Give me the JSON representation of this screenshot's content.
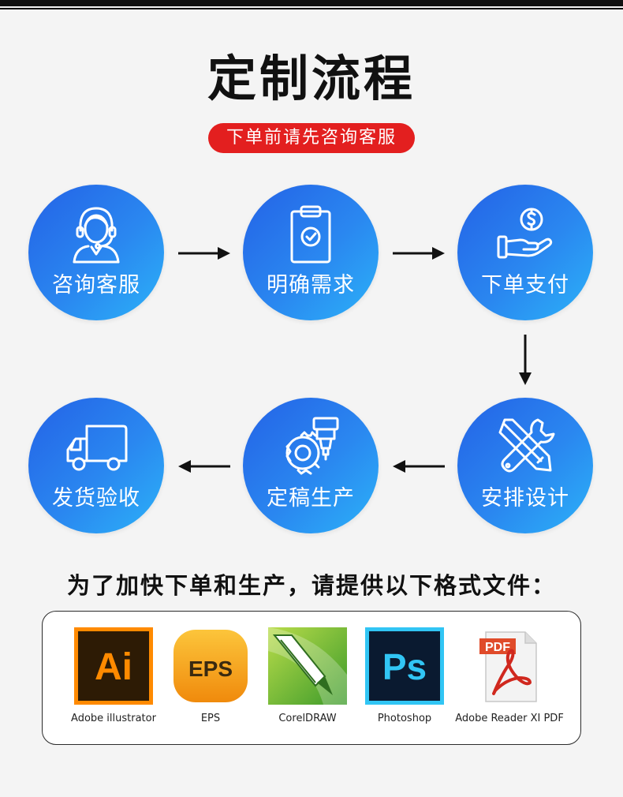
{
  "page": {
    "title": "定制流程",
    "notice": "下单前请先咨询客服"
  },
  "process": {
    "steps": [
      {
        "label": "咨询客服",
        "icon": "customer-service-headset-icon"
      },
      {
        "label": "明确需求",
        "icon": "clipboard-check-icon"
      },
      {
        "label": "下单支付",
        "icon": "hand-dollar-coin-icon"
      },
      {
        "label": "安排设计",
        "icon": "pencil-wrench-icon"
      },
      {
        "label": "定稿生产",
        "icon": "gear-machine-icon"
      },
      {
        "label": "发货验收",
        "icon": "delivery-truck-icon"
      }
    ]
  },
  "formats": {
    "heading": "为了加快下单和生产，请提供以下格式文件：",
    "items": [
      {
        "caption": "Adobe illustrator",
        "logo_text": "Ai"
      },
      {
        "caption": "EPS",
        "logo_text": "EPS"
      },
      {
        "caption": "CorelDRAW",
        "logo_text": ""
      },
      {
        "caption": "Photoshop",
        "logo_text": "Ps"
      },
      {
        "caption": "Adobe Reader XI PDF",
        "logo_text": "PDF"
      }
    ]
  },
  "colors": {
    "circle_gradient_start": "#2462e6",
    "circle_gradient_end": "#2cb2f8",
    "notice_pill": "#e31f1f",
    "ai_orange": "#ff8a00",
    "ps_blue": "#31c5f4",
    "eps_gold": "#f7a21b"
  }
}
